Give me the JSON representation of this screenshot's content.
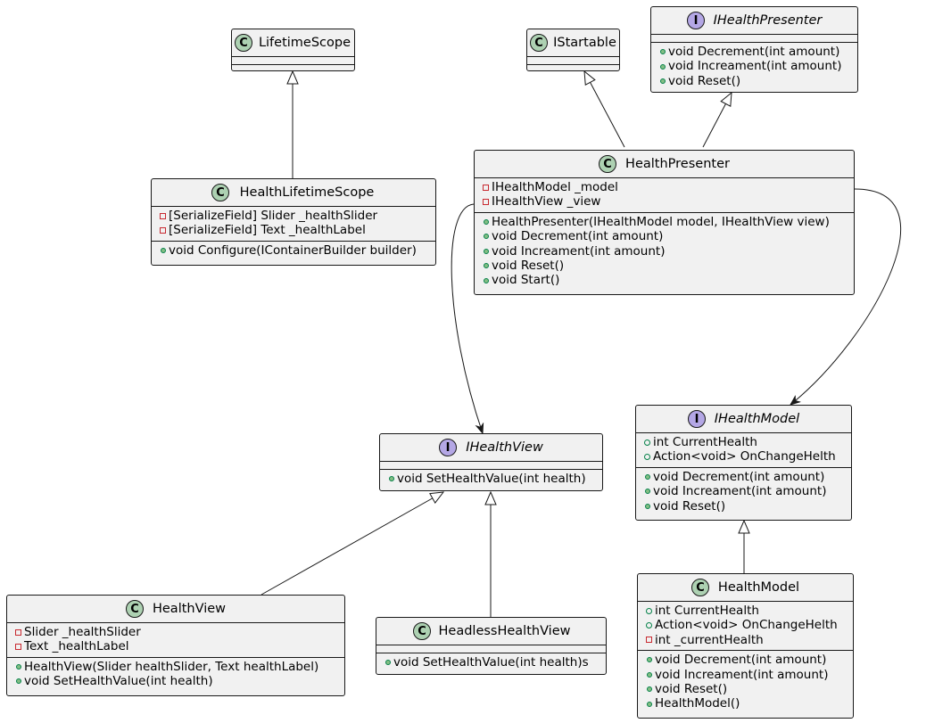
{
  "classes": {
    "lifetime_scope": {
      "name": "LifetimeScope",
      "kind": "C"
    },
    "istartable": {
      "name": "IStartable",
      "kind": "C"
    },
    "ihealth_presenter": {
      "name": "IHealthPresenter",
      "kind": "I",
      "methods": [
        "void Decrement(int amount)",
        "void Increament(int amount)",
        "void Reset()"
      ]
    },
    "health_lifetime_scope": {
      "name": "HealthLifetimeScope",
      "kind": "C",
      "fields": [
        "[SerializeField] Slider _healthSlider",
        "[SerializeField] Text _healthLabel"
      ],
      "methods": [
        "void Configure(IContainerBuilder builder)"
      ]
    },
    "health_presenter": {
      "name": "HealthPresenter",
      "kind": "C",
      "fields": [
        "IHealthModel _model",
        "IHealthView _view"
      ],
      "methods": [
        "HealthPresenter(IHealthModel model, IHealthView view)",
        "void Decrement(int amount)",
        "void Increament(int amount)",
        "void Reset()",
        "void Start()"
      ]
    },
    "ihealth_view": {
      "name": "IHealthView",
      "kind": "I",
      "methods": [
        "void SetHealthValue(int health)"
      ]
    },
    "ihealth_model": {
      "name": "IHealthModel",
      "kind": "I",
      "fields": [
        "int CurrentHealth",
        "Action<void> OnChangeHelth"
      ],
      "methods": [
        "void Decrement(int amount)",
        "void Increament(int amount)",
        "void Reset()"
      ]
    },
    "health_view": {
      "name": "HealthView",
      "kind": "C",
      "fields": [
        "Slider _healthSlider",
        "Text _healthLabel"
      ],
      "methods": [
        "HealthView(Slider healthSlider, Text healthLabel)",
        "void SetHealthValue(int health)"
      ]
    },
    "headless_health_view": {
      "name": "HeadlessHealthView",
      "kind": "C",
      "methods": [
        "void SetHealthValue(int health)s"
      ]
    },
    "health_model": {
      "name": "HealthModel",
      "kind": "C",
      "fields": [
        "int CurrentHealth",
        "Action<void> OnChangeHelth",
        "int _currentHealth"
      ],
      "methods": [
        "void Decrement(int amount)",
        "void Increament(int amount)",
        "void Reset()",
        "HealthModel()"
      ]
    }
  },
  "colors": {
    "class_icon": "#add1b2",
    "interface_icon": "#b4a7e5",
    "box_fill": "#f1f1f1",
    "line": "#181818"
  }
}
